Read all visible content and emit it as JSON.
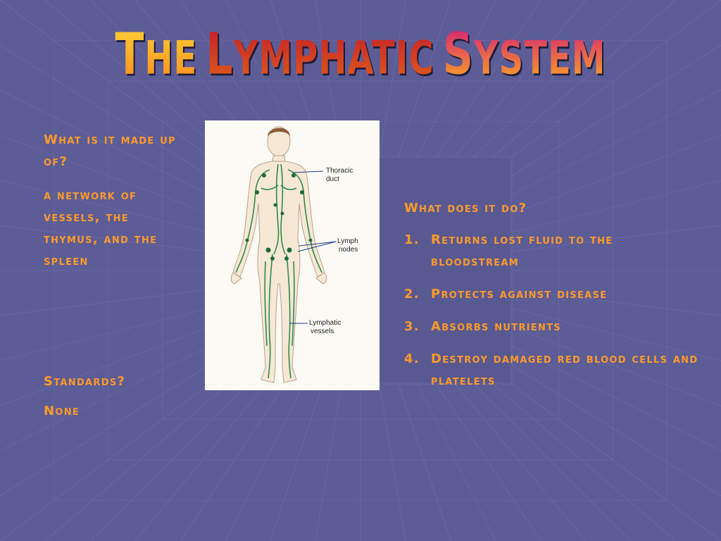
{
  "slide": {
    "title_words": [
      {
        "cap": "T",
        "rest": "HE",
        "colors": [
          "#ffd23a",
          "#ff8a1a"
        ]
      },
      {
        "cap": "L",
        "rest": "YMPHATIC",
        "colors": [
          "#c21a2a",
          "#e0601a"
        ]
      },
      {
        "cap": "S",
        "rest": "YSTEM",
        "colors": [
          "#d0167a",
          "#ffb020"
        ]
      }
    ]
  },
  "left": {
    "question1": "What is it made up of?",
    "answer1": "a network of vessels, the thymus, and the spleen",
    "question2": "Standards?",
    "answer2": "None"
  },
  "figure": {
    "labels": {
      "thoracic_duct": [
        "Thoracic",
        "duct"
      ],
      "lymph_nodes": [
        "Lymph",
        "nodes"
      ],
      "lymphatic_vessels": [
        "Lymphatic",
        "vessels"
      ]
    }
  },
  "right": {
    "question": "What does it do?",
    "items": [
      {
        "number": "1.",
        "text": "Returns lost fluid to the bloodstream"
      },
      {
        "number": "2.",
        "text": "Protects against disease"
      },
      {
        "number": "3.",
        "text": "Absorbs nutrients"
      },
      {
        "number": "4.",
        "text": "Destroy damaged red blood cells and platelets"
      }
    ]
  },
  "colors": {
    "background": "#5c5c96",
    "grid_line": "#7474aa",
    "grid_shade": "#4e4e88",
    "body_text": "#ff9a2a",
    "vessel": "#2e8a4a"
  }
}
